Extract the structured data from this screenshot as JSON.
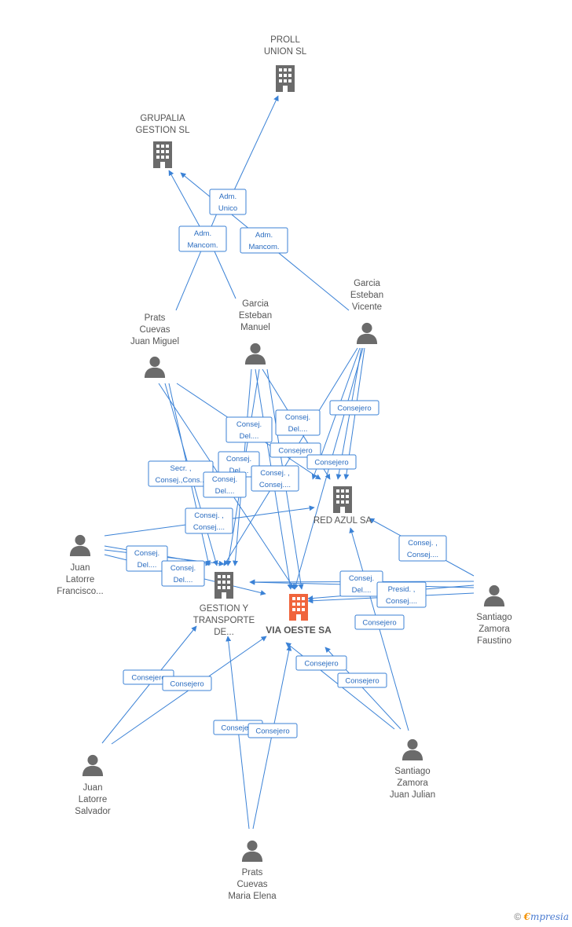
{
  "colors": {
    "edge": "#3b82d6",
    "node": "#6b6b6b",
    "main_node": "#f0643c",
    "label": "#555555"
  },
  "nodes": [
    {
      "id": "proll",
      "type": "company",
      "lines": [
        "PROLL",
        "UNION SL"
      ]
    },
    {
      "id": "grupalia",
      "type": "company",
      "lines": [
        "GRUPALIA",
        "GESTION SL"
      ]
    },
    {
      "id": "red_azul",
      "type": "company",
      "lines": [
        "RED AZUL SA"
      ]
    },
    {
      "id": "gestion",
      "type": "company",
      "lines": [
        "GESTION Y",
        "TRANSPORTE",
        "DE..."
      ]
    },
    {
      "id": "via_oeste",
      "type": "company-main",
      "lines": [
        "VIA OESTE SA"
      ]
    },
    {
      "id": "prats_jm",
      "type": "person",
      "lines": [
        "Prats",
        "Cuevas",
        "Juan Miguel"
      ]
    },
    {
      "id": "garcia_m",
      "type": "person",
      "lines": [
        "Garcia",
        "Esteban",
        "Manuel"
      ]
    },
    {
      "id": "garcia_v",
      "type": "person",
      "lines": [
        "Garcia",
        "Esteban",
        "Vicente"
      ]
    },
    {
      "id": "juan_lf",
      "type": "person",
      "lines": [
        "Juan",
        "Latorre",
        "Francisco..."
      ]
    },
    {
      "id": "santiago_zf",
      "type": "person",
      "lines": [
        "Santiago",
        "Zamora",
        "Faustino"
      ]
    },
    {
      "id": "juan_ls",
      "type": "person",
      "lines": [
        "Juan",
        "Latorre",
        "Salvador"
      ]
    },
    {
      "id": "santiago_zj",
      "type": "person",
      "lines": [
        "Santiago",
        "Zamora",
        "Juan Julian"
      ]
    },
    {
      "id": "prats_me",
      "type": "person",
      "lines": [
        "Prats",
        "Cuevas",
        "Maria Elena"
      ]
    }
  ],
  "edge_labels": [
    {
      "id": "e1",
      "lines": [
        "Adm.",
        "Unico"
      ]
    },
    {
      "id": "e2",
      "lines": [
        "Adm.",
        "Mancom."
      ]
    },
    {
      "id": "e3",
      "lines": [
        "Adm.",
        "Mancom."
      ]
    },
    {
      "id": "e4",
      "lines": [
        "Consej.",
        "Del...."
      ]
    },
    {
      "id": "e5",
      "lines": [
        "Consej.",
        "Del...."
      ]
    },
    {
      "id": "e6",
      "lines": [
        "Consejero"
      ]
    },
    {
      "id": "e7",
      "lines": [
        "Consejero"
      ]
    },
    {
      "id": "e8",
      "lines": [
        "Consejero"
      ]
    },
    {
      "id": "e9",
      "lines": [
        "Consej.",
        "Del...."
      ]
    },
    {
      "id": "e10",
      "lines": [
        "Secr. ,",
        "Consej.,Cons..."
      ]
    },
    {
      "id": "e11",
      "lines": [
        "Consej.",
        "Del...."
      ]
    },
    {
      "id": "e12",
      "lines": [
        "Consej. ,",
        "Consej...."
      ]
    },
    {
      "id": "e13",
      "lines": [
        "Consej. ,",
        "Consej...."
      ]
    },
    {
      "id": "e14",
      "lines": [
        "Consej.",
        "Del...."
      ]
    },
    {
      "id": "e15",
      "lines": [
        "Consej.",
        "Del...."
      ]
    },
    {
      "id": "e16",
      "lines": [
        "Consej. ,",
        "Consej...."
      ]
    },
    {
      "id": "e17",
      "lines": [
        "Consej.",
        "Del...."
      ]
    },
    {
      "id": "e18",
      "lines": [
        "Presid. ,",
        "Consej...."
      ]
    },
    {
      "id": "e19",
      "lines": [
        "Consejero"
      ]
    },
    {
      "id": "e20",
      "lines": [
        "Consejero"
      ]
    },
    {
      "id": "e21",
      "lines": [
        "Consejero"
      ]
    },
    {
      "id": "e22",
      "lines": [
        "Consejero"
      ]
    },
    {
      "id": "e23",
      "lines": [
        "Consejero"
      ]
    },
    {
      "id": "e24",
      "lines": [
        "Consejero"
      ]
    },
    {
      "id": "e25",
      "lines": [
        "Consejero"
      ]
    }
  ],
  "footer": {
    "copyright": "©",
    "brand_e": "€",
    "brand_rest": "mpresia"
  }
}
